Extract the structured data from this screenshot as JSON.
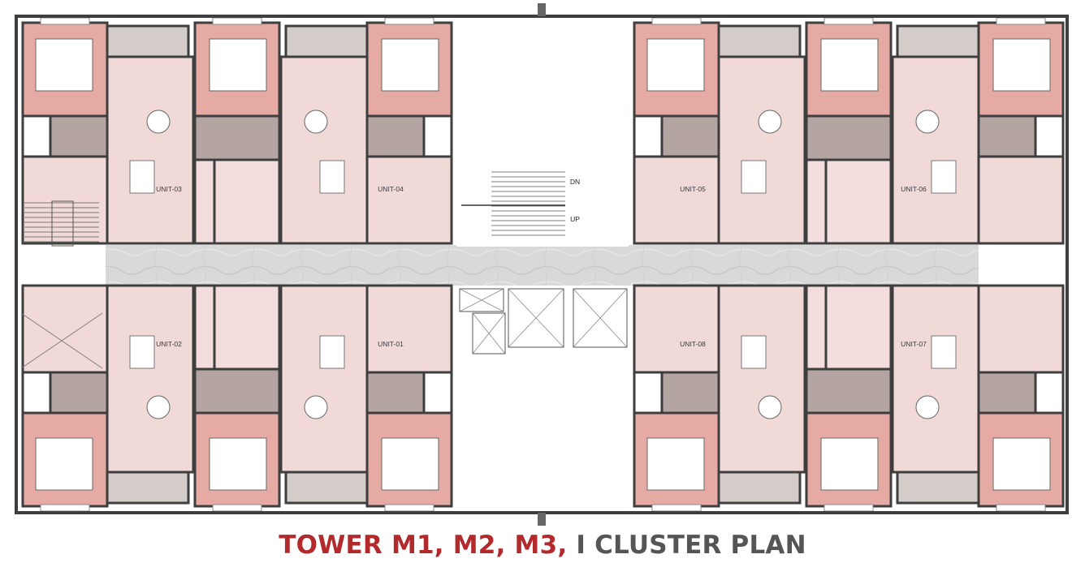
{
  "plan": {
    "units": [
      {
        "id": "unit-03",
        "label": "UNIT-03"
      },
      {
        "id": "unit-04",
        "label": "UNIT-04"
      },
      {
        "id": "unit-05",
        "label": "UNIT-05"
      },
      {
        "id": "unit-06",
        "label": "UNIT-06"
      },
      {
        "id": "unit-02",
        "label": "UNIT-02"
      },
      {
        "id": "unit-01",
        "label": "UNIT-01"
      },
      {
        "id": "unit-08",
        "label": "UNIT-08"
      },
      {
        "id": "unit-07",
        "label": "UNIT-07"
      }
    ],
    "stair": {
      "down_label": "DN",
      "up_label": "UP"
    },
    "colors": {
      "bedroom": "#e6aaa4",
      "living": "#f1d9d7",
      "kitchen": "#f3dedd",
      "toilet": "#b4a5a3",
      "balcony": "#d4ccc9",
      "corridor": "#d7d7d7",
      "wall": "#3e3e3e"
    }
  },
  "caption": {
    "towers": "TOWER M1, M2, M3,",
    "separator": "I",
    "plan_name": "CLUSTER PLAN",
    "accent_color": "#b32a2d",
    "text_color": "#555555"
  }
}
